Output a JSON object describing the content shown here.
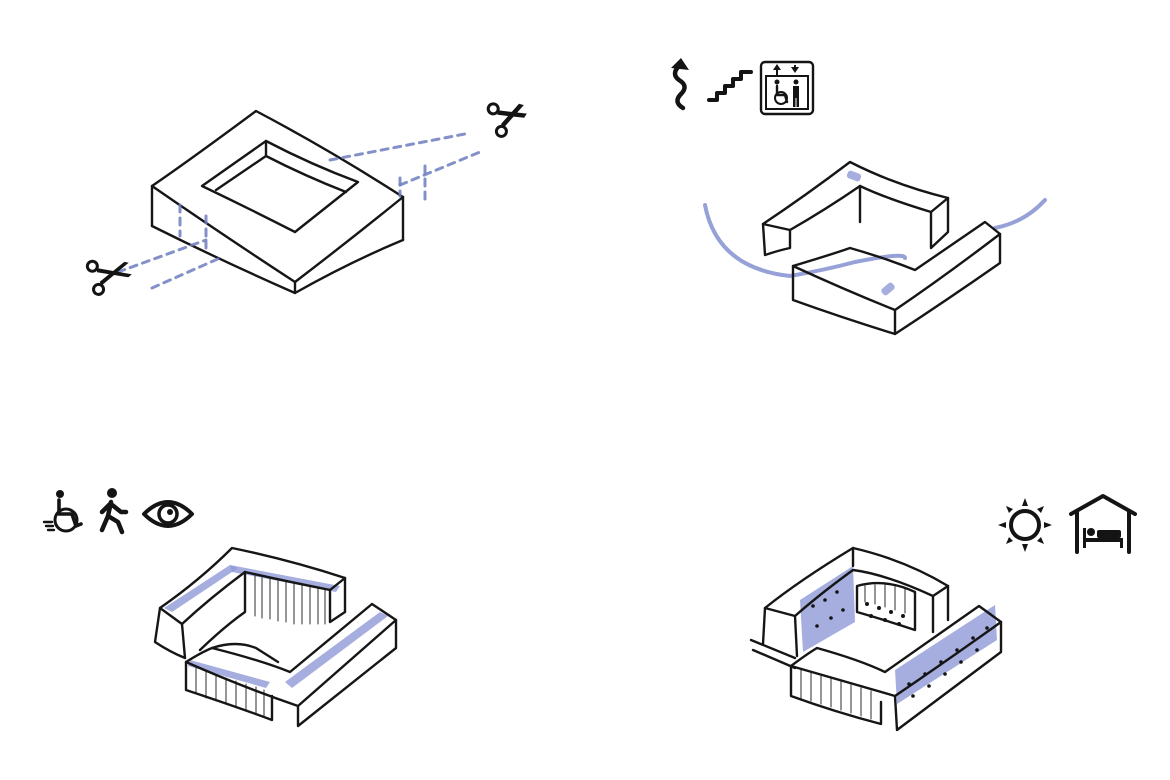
{
  "colors": {
    "ink": "#161616",
    "accent_blue": "#8f9ad6",
    "cut_line": "#6f7ec0"
  },
  "panels": [
    {
      "name": "panel-cut-volume",
      "icons": [
        "scissors-icon",
        "scissors-icon"
      ]
    },
    {
      "name": "panel-circulation",
      "icons": [
        "winding-arrow-icon",
        "stairs-icon",
        "accessible-elevator-icon"
      ]
    },
    {
      "name": "panel-accessibility",
      "icons": [
        "wheelchair-icon",
        "pedestrian-icon",
        "eye-icon"
      ]
    },
    {
      "name": "panel-light-housing",
      "icons": [
        "sun-icon",
        "housing-bed-icon"
      ]
    }
  ]
}
